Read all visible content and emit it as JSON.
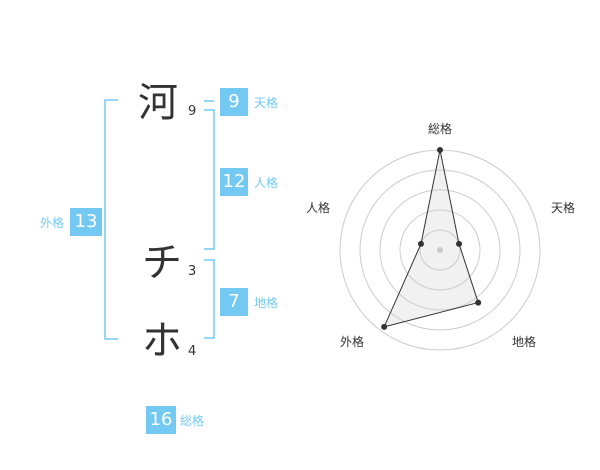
{
  "name": {
    "chars": [
      {
        "char": "河",
        "strokes": "9"
      },
      {
        "char": "チ",
        "strokes": "3"
      },
      {
        "char": "ホ",
        "strokes": "4"
      }
    ]
  },
  "kakusu": {
    "tenkaku": {
      "value": "9",
      "label": "天格"
    },
    "jinkaku": {
      "value": "12",
      "label": "人格"
    },
    "chikaku": {
      "value": "7",
      "label": "地格"
    },
    "gaikaku": {
      "value": "13",
      "label": "外格"
    },
    "soukaku": {
      "value": "16",
      "label": "総格"
    }
  },
  "colors": {
    "accent": "#74c9f3",
    "text": "#333333",
    "grid": "#cccccc"
  },
  "chart_data": {
    "type": "radar",
    "axes": [
      "総格",
      "天格",
      "地格",
      "外格",
      "人格"
    ],
    "values": [
      1.0,
      0.2,
      0.65,
      0.95,
      0.2
    ],
    "rings": 5
  }
}
